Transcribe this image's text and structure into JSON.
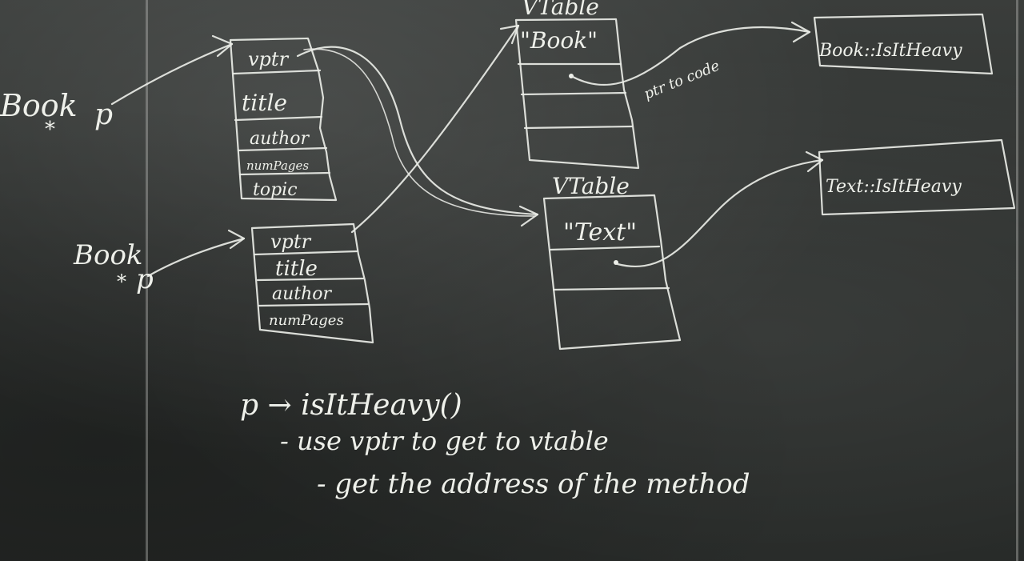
{
  "left_labels": {
    "book_ptr_1": "Book",
    "star_1": "*",
    "p_1": "p",
    "book_ptr_2": "Book",
    "star_2": "*",
    "p_2": "p"
  },
  "object_book": {
    "fields": [
      "vptr",
      "title",
      "author",
      "numPages",
      "topic"
    ]
  },
  "object_text": {
    "fields": [
      "vptr",
      "title",
      "author",
      "numPages"
    ]
  },
  "vtable_book": {
    "heading": "VTable",
    "name": "\"Book\"",
    "pointer_note": "ptr to code",
    "method": "Book::IsItHeavy"
  },
  "vtable_text": {
    "heading": "VTable",
    "name": "\"Text\"",
    "method": "Text::IsItHeavy"
  },
  "notes": {
    "call": "p → isItHeavy()",
    "step1": "- use vptr to get to vtable",
    "step2": "- get the address of the method"
  }
}
